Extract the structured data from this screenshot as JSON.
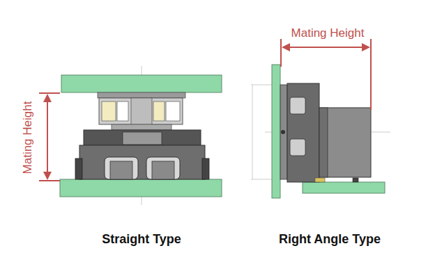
{
  "diagram": {
    "labels": [
      "Mating Height",
      "Mating Height",
      "Straight Type",
      "Right Angle Type"
    ]
  }
}
